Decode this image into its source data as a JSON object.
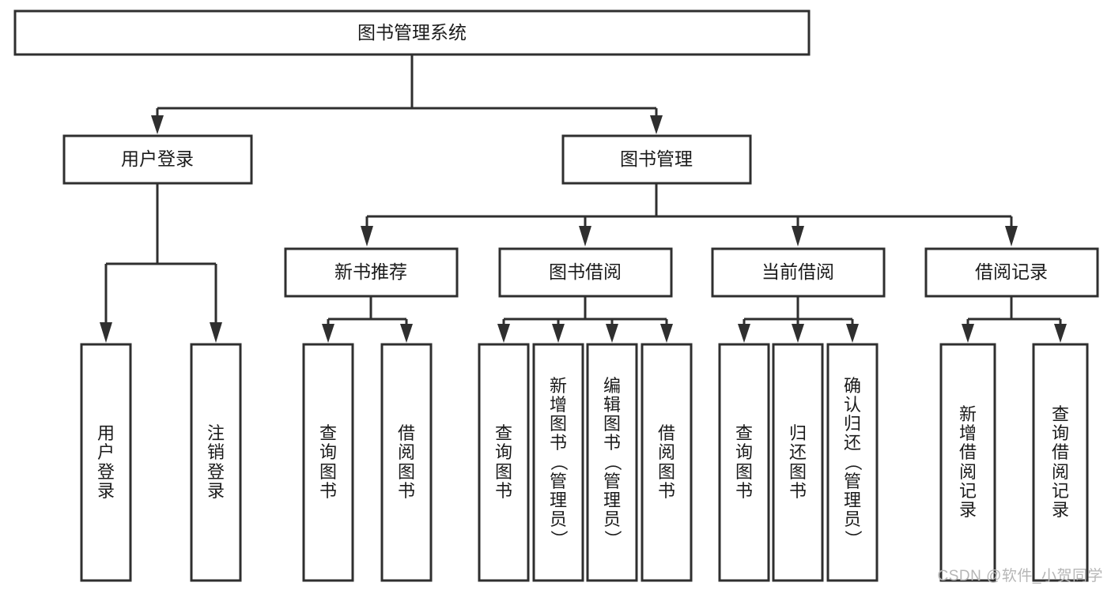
{
  "diagram": {
    "type": "tree",
    "title": "图书管理系统",
    "watermark": "CSDN @软件_小贺同学",
    "colors": {
      "stroke": "#2f2f2f",
      "fill": "#ffffff",
      "text": "#1b1b1b",
      "watermark": "#b6b6b6"
    },
    "levels": {
      "root": {
        "label": "图书管理系统"
      },
      "level2": [
        {
          "label": "用户登录"
        },
        {
          "label": "图书管理"
        }
      ],
      "level3": [
        {
          "label": "新书推荐"
        },
        {
          "label": "图书借阅"
        },
        {
          "label": "当前借阅"
        },
        {
          "label": "借阅记录"
        }
      ],
      "leaves": [
        {
          "label": "用户登录",
          "parent": "用户登录"
        },
        {
          "label": "注销登录",
          "parent": "用户登录"
        },
        {
          "label": "查询图书",
          "parent": "新书推荐"
        },
        {
          "label": "借阅图书",
          "parent": "新书推荐"
        },
        {
          "label": "查询图书",
          "parent": "图书借阅"
        },
        {
          "label": "新增图书（管理员）",
          "parent": "图书借阅"
        },
        {
          "label": "编辑图书（管理员）",
          "parent": "图书借阅"
        },
        {
          "label": "借阅图书",
          "parent": "图书借阅"
        },
        {
          "label": "查询图书",
          "parent": "当前借阅"
        },
        {
          "label": "归还图书",
          "parent": "当前借阅"
        },
        {
          "label": "确认归还（管理员）",
          "parent": "当前借阅"
        },
        {
          "label": "新增借阅记录",
          "parent": "借阅记录"
        },
        {
          "label": "查询借阅记录",
          "parent": "借阅记录"
        }
      ]
    }
  }
}
